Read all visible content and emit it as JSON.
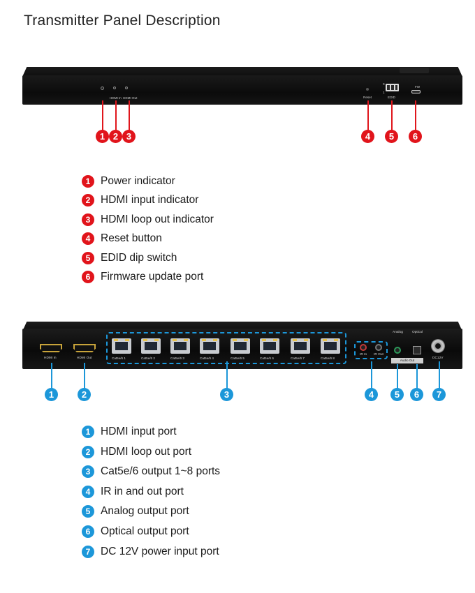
{
  "page": {
    "title": "Transmitter Panel Description"
  },
  "front_panel": {
    "labels": {
      "hdmi_in": "HDMI In",
      "hdmi_out": "HDMI Out",
      "reset": "Reset",
      "edid": "EDID",
      "fw": "FW",
      "dip_zero": "0",
      "dip_one": "1"
    },
    "callouts": [
      "1",
      "2",
      "3",
      "4",
      "5",
      "6"
    ]
  },
  "front_legend": [
    {
      "num": "1",
      "text": "Power indicator"
    },
    {
      "num": "2",
      "text": "HDMI input indicator"
    },
    {
      "num": "3",
      "text": "HDMI loop out indicator"
    },
    {
      "num": "4",
      "text": "Reset button"
    },
    {
      "num": "5",
      "text": "EDID dip switch"
    },
    {
      "num": "6",
      "text": "Firmware update port"
    }
  ],
  "rear_panel": {
    "labels": {
      "hdmi_in": "HDMI In",
      "hdmi_out": "HDMI Out",
      "ports": [
        "Cat5e/6 1",
        "Cat5e/6 2",
        "Cat5e/6 3",
        "Cat5e/6 4",
        "Cat5e/6 5",
        "Cat5e/6 6",
        "Cat5e/6 7",
        "Cat5e/6 8"
      ],
      "ir_in": "IR In",
      "ir_out": "IR Out",
      "analog": "Analog",
      "optical": "Optical",
      "audio_out": "Audio Out",
      "dc": "DC12V"
    },
    "callouts": [
      "1",
      "2",
      "3",
      "4",
      "5",
      "6",
      "7"
    ]
  },
  "rear_legend": [
    {
      "num": "1",
      "text": "HDMI input port"
    },
    {
      "num": "2",
      "text": "HDMI loop out port"
    },
    {
      "num": "3",
      "text": "Cat5e/6 output 1~8 ports"
    },
    {
      "num": "4",
      "text": "IR in and out port"
    },
    {
      "num": "5",
      "text": "Analog output port"
    },
    {
      "num": "6",
      "text": "Optical output port"
    },
    {
      "num": "7",
      "text": "DC 12V power input port"
    }
  ],
  "colors": {
    "red_callout": "#e1141b",
    "blue_callout": "#1c97d9",
    "device_body": "#111111"
  }
}
